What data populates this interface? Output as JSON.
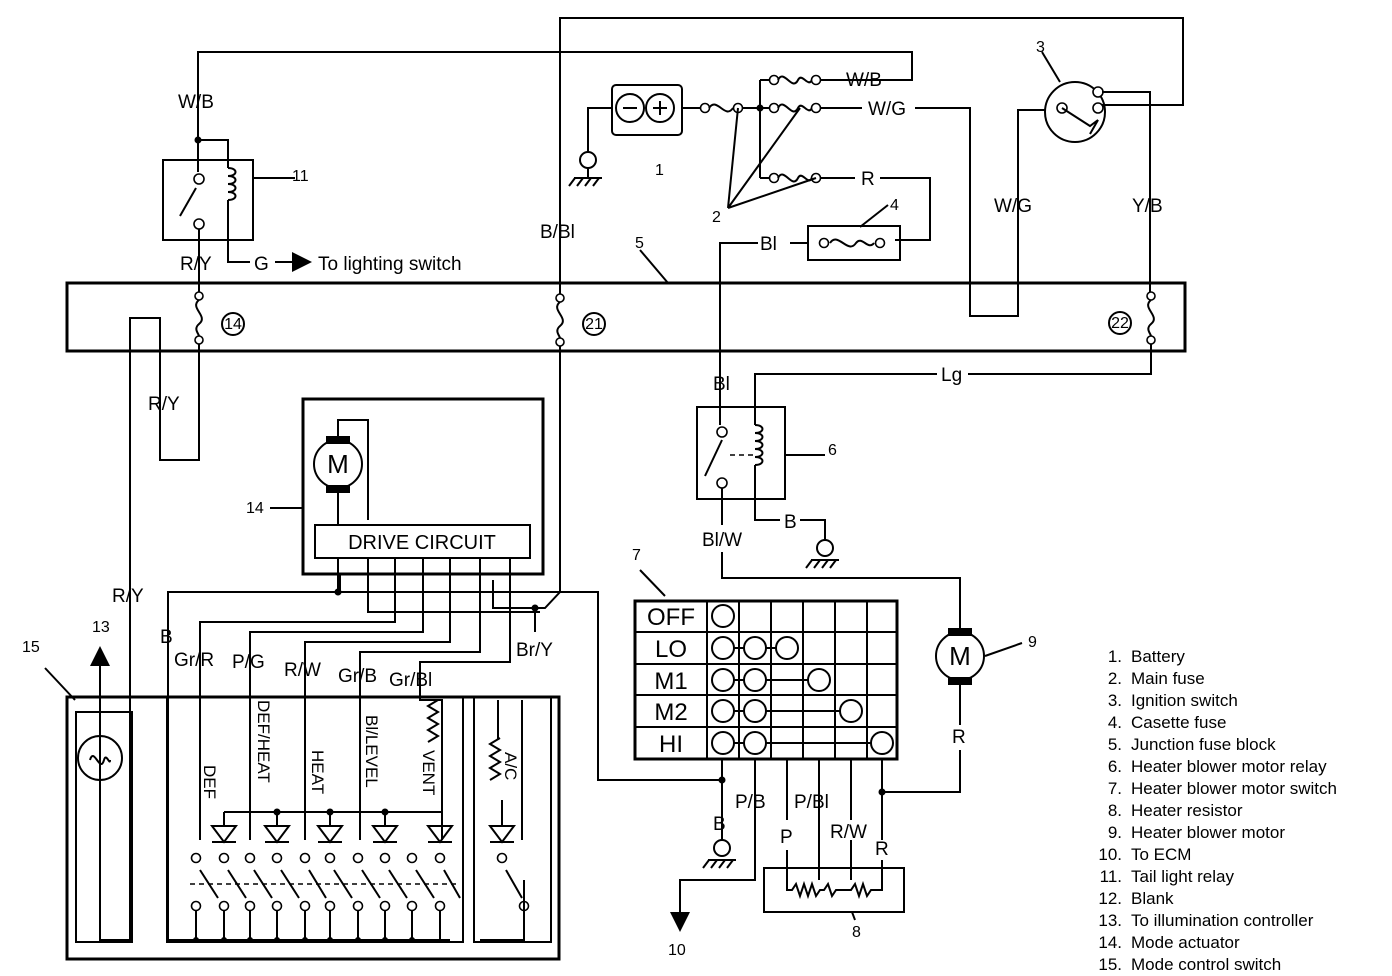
{
  "wire_labels": {
    "wb_top": "W/B",
    "bbl": "B/Bl",
    "ry_relay": "R/Y",
    "g": "G",
    "to_lighting": "To lighting switch",
    "wb_fuse": "W/B",
    "wg_fuse": "W/G",
    "r_fuse": "R",
    "bl_cassette": "Bl",
    "wg_ign": "W/G",
    "yb": "Y/B",
    "bl_relay": "Bl",
    "lg": "Lg",
    "b_relay": "B",
    "blw": "Bl/W",
    "ry_left": "R/Y",
    "ry_lower": "R/Y",
    "b_mode": "B",
    "grr": "Gr/R",
    "pg": "P/G",
    "rw_mode": "R/W",
    "grb": "Gr/B",
    "grbl": "Gr/Bl",
    "bry": "Br/Y",
    "r_motor": "R",
    "pb": "P/B",
    "b_ground": "B",
    "pbl": "P/Bl",
    "p": "P",
    "rw_res": "R/W",
    "r_res": "R"
  },
  "fuse_numbers": {
    "f14": "14",
    "f21": "21",
    "f22": "22"
  },
  "callouts": {
    "c1": "1",
    "c2": "2",
    "c3": "3",
    "c4": "4",
    "c5": "5",
    "c6": "6",
    "c7": "7",
    "c8": "8",
    "c9": "9",
    "c10": "10",
    "c11": "11",
    "c13": "13",
    "c14": "14",
    "c15": "15"
  },
  "motor_symbol": "M",
  "drive_circuit_label": "DRIVE CIRCUIT",
  "blower_switch": {
    "positions": [
      "OFF",
      "LO",
      "M1",
      "M2",
      "HI"
    ]
  },
  "mode_labels": [
    "DEF",
    "DEF/HEAT",
    "HEAT",
    "Bl/LEVEL",
    "VENT",
    "A/C"
  ],
  "legend": [
    {
      "num": "1.",
      "text": "Battery"
    },
    {
      "num": "2.",
      "text": "Main fuse"
    },
    {
      "num": "3.",
      "text": "Ignition switch"
    },
    {
      "num": "4.",
      "text": "Casette fuse"
    },
    {
      "num": "5.",
      "text": "Junction fuse block"
    },
    {
      "num": "6.",
      "text": "Heater blower motor relay"
    },
    {
      "num": "7.",
      "text": "Heater blower motor switch"
    },
    {
      "num": "8.",
      "text": "Heater resistor"
    },
    {
      "num": "9.",
      "text": "Heater blower motor"
    },
    {
      "num": "10.",
      "text": "To ECM"
    },
    {
      "num": "11.",
      "text": "Tail light relay"
    },
    {
      "num": "12.",
      "text": "Blank"
    },
    {
      "num": "13.",
      "text": "To illumination controller"
    },
    {
      "num": "14.",
      "text": "Mode actuator"
    },
    {
      "num": "15.",
      "text": "Mode control switch"
    }
  ]
}
